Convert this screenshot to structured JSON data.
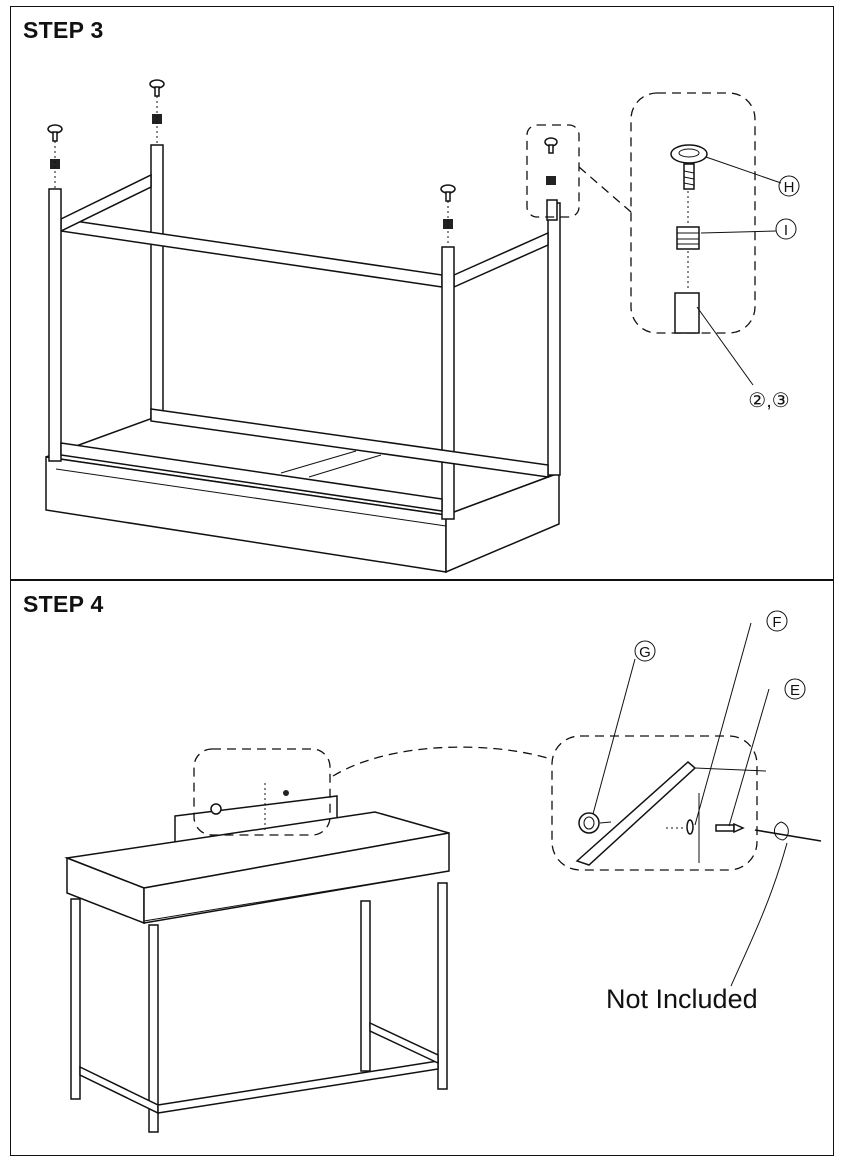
{
  "step3": {
    "title": "STEP 3",
    "callouts": {
      "bolt": "H",
      "insert": "I",
      "legs": "②,③"
    }
  },
  "step4": {
    "title": "STEP 4",
    "callouts": {
      "knob": "G",
      "washer": "F",
      "screw": "E"
    },
    "note": "Not Included"
  },
  "icons": [
    "bolt-icon",
    "leveling-insert-icon",
    "screwdriver-icon",
    "knob-icon",
    "washer-icon",
    "screw-icon"
  ]
}
